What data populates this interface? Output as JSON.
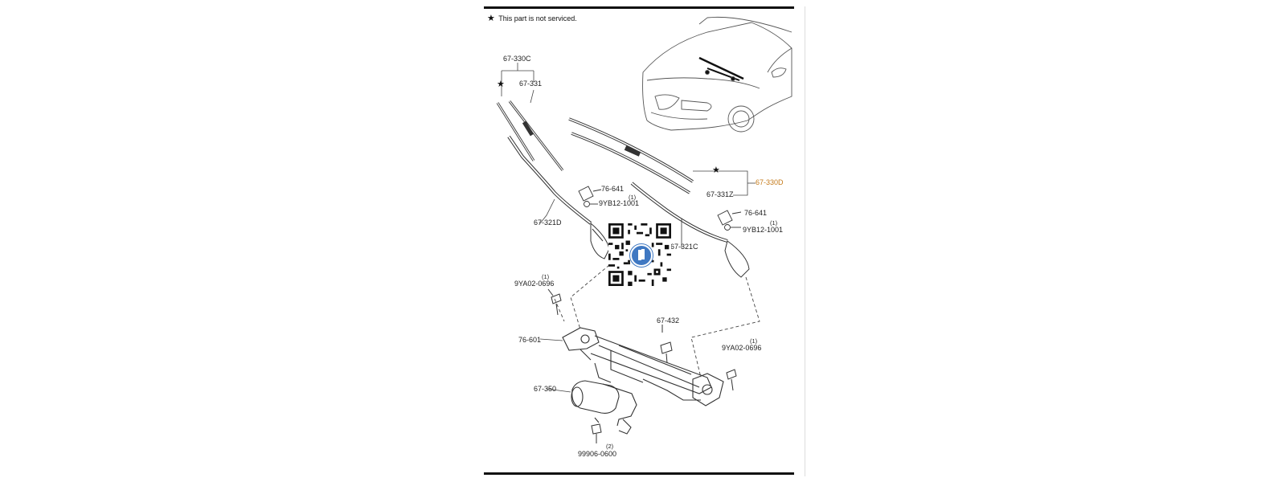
{
  "note": {
    "star": "★",
    "text": "This part is not serviced."
  },
  "labels": {
    "p67_330C": "67-330C",
    "p67_331": "67-331",
    "p67_330D": "67-330D",
    "p67_331Z": "67-331Z",
    "p76_641_left": "76-641",
    "p9YB12_left": "9YB12-1001",
    "p9YB12_left_qty": "(1)",
    "p67_321D": "67-321D",
    "p76_641_right": "76-641",
    "p9YB12_right": "9YB12-1001",
    "p9YB12_right_qty": "(1)",
    "p67_321C": "67-321C",
    "p9YA02_left": "9YA02-0696",
    "p9YA02_left_qty": "(1)",
    "p67_432": "67-432",
    "p76_601": "76-601",
    "p9YA02_right": "9YA02-0696",
    "p9YA02_right_qty": "(1)",
    "p67_350": "67-350",
    "p99906": "99906-0600",
    "p99906_qty": "(2)"
  },
  "stars": {
    "left_blade": "★",
    "right_blade": "★"
  },
  "colors": {
    "highlight": "#c47a1a",
    "line": "#333333",
    "logo": "#3f78c2"
  }
}
